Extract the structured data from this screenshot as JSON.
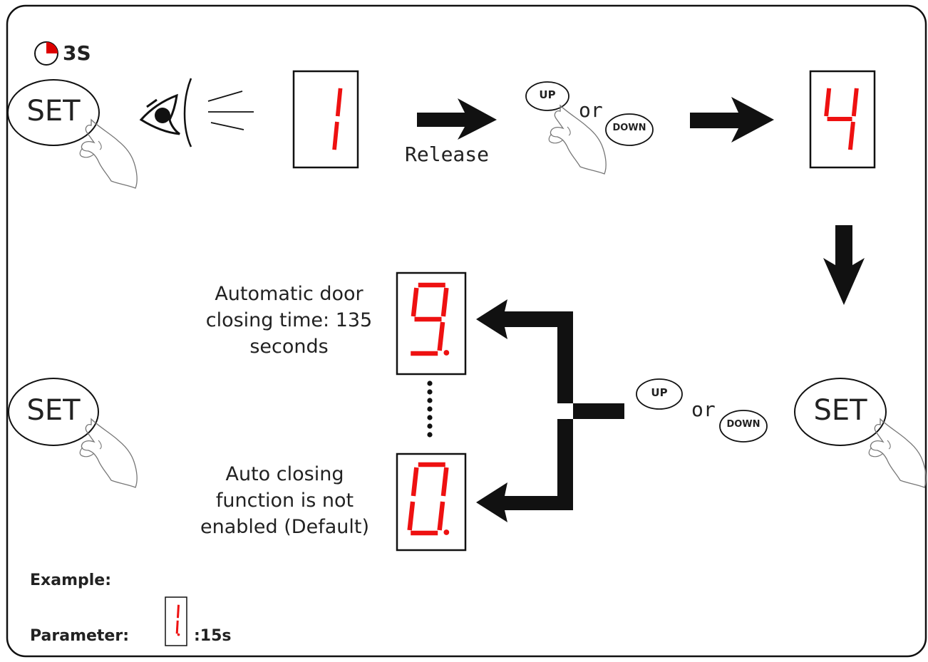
{
  "timer": {
    "label": "3S"
  },
  "buttons": {
    "set": "SET",
    "up": "UP",
    "down": "DOWN",
    "or": "or"
  },
  "release_label": "Release",
  "displays": {
    "first": "1",
    "second": "4",
    "top_option": "9.",
    "bottom_option": "0.",
    "example": "1."
  },
  "options": {
    "top": [
      "Automatic door",
      "closing time: 135",
      "seconds"
    ],
    "bottom": [
      "Auto closing",
      "function is not",
      "enabled (Default)"
    ]
  },
  "example": {
    "title": "Example:",
    "param_label": "Parameter:",
    "param_value": ":15s"
  },
  "colors": {
    "segment": "#ee1111",
    "outline": "#111111",
    "timer_fill": "#dd0000"
  }
}
